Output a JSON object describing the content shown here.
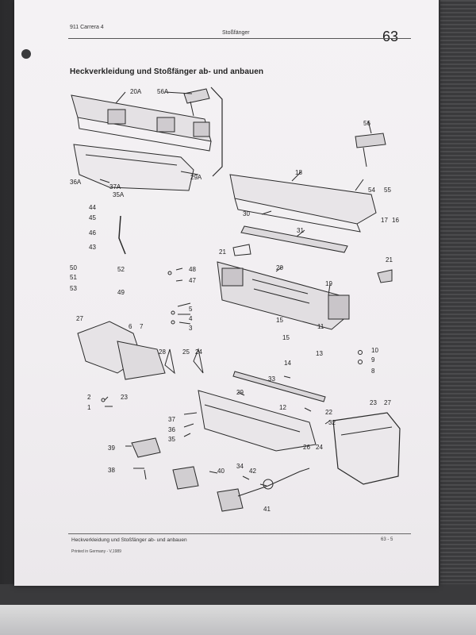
{
  "header": {
    "model": "911 Carrera 4",
    "section": "Stoßfänger",
    "page_number": "63"
  },
  "title": "Heckverkleidung und Stoßfänger ab- und anbauen",
  "callouts": {
    "c20A": "20A",
    "c56A": "56A",
    "c29A": "29A",
    "c36A": "36A",
    "c37A": "37A",
    "c35A": "35A",
    "c56": "56",
    "c18": "18",
    "c54": "54",
    "c55": "55",
    "c17": "17",
    "c16": "16",
    "c44": "44",
    "c45": "45",
    "c46": "46",
    "c43": "43",
    "c30": "30",
    "c31": "31",
    "c21a": "21",
    "c21b": "21",
    "c20": "20",
    "c19": "19",
    "c50": "50",
    "c51": "51",
    "c53": "53",
    "c52": "52",
    "c49": "49",
    "c48": "48",
    "c47": "47",
    "c27a": "27",
    "c6": "6",
    "c7": "7",
    "c5": "5",
    "c4": "4",
    "c3": "3",
    "c15a": "15",
    "c11": "11",
    "c15b": "15",
    "c13": "13",
    "c14": "14",
    "c28": "28",
    "c25": "25",
    "c24a": "24",
    "c10": "10",
    "c9": "9",
    "c8": "8",
    "c33": "33",
    "c2": "2",
    "c1": "1",
    "c23a": "23",
    "c29": "29",
    "c12": "12",
    "c23b": "23",
    "c27b": "27",
    "c22": "22",
    "c32": "32",
    "c37": "37",
    "c36": "36",
    "c35": "35",
    "c39": "39",
    "c38": "38",
    "c26": "26",
    "c24b": "24",
    "c40": "40",
    "c34": "34",
    "c42": "42",
    "c41": "41"
  },
  "footer": {
    "title": "Heckverkleidung und Stoßfänger ab- und anbauen",
    "page_ref": "63 - 5",
    "printed": "Printed in Germany - V,1989"
  },
  "colors": {
    "paper": "#f1eef1",
    "ink": "#222222",
    "backdrop": "#3d3d3f"
  }
}
